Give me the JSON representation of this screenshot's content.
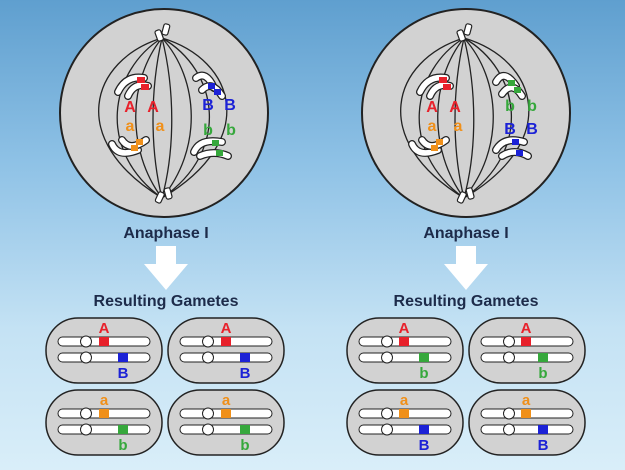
{
  "colors": {
    "A": "#e8212b",
    "B": "#1c22d6",
    "a": "#f0901a",
    "b": "#36a83c",
    "cell_fill": "#d2d2d2",
    "cell_stroke": "#222222",
    "arrow": "#ffffff"
  },
  "panels": [
    {
      "phase_label": "Anaphase I",
      "gametes_label": "Resulting Gametes",
      "top_right": "B",
      "bottom_right": "b",
      "cell_alleles": {
        "upper_left_1": "A",
        "upper_left_2": "A",
        "upper_right_1": "B",
        "upper_right_2": "B",
        "lower_left_1": "a",
        "lower_left_2": "a",
        "lower_right_1": "b",
        "lower_right_2": "b"
      },
      "gametes": [
        {
          "allele1": "A",
          "allele2": "B"
        },
        {
          "allele1": "A",
          "allele2": "B"
        },
        {
          "allele1": "a",
          "allele2": "b"
        },
        {
          "allele1": "a",
          "allele2": "b"
        }
      ]
    },
    {
      "phase_label": "Anaphase I",
      "gametes_label": "Resulting Gametes",
      "top_right": "b",
      "bottom_right": "B",
      "cell_alleles": {
        "upper_left_1": "A",
        "upper_left_2": "A",
        "upper_right_1": "b",
        "upper_right_2": "b",
        "lower_left_1": "a",
        "lower_left_2": "a",
        "lower_right_1": "B",
        "lower_right_2": "B"
      },
      "gametes": [
        {
          "allele1": "A",
          "allele2": "b"
        },
        {
          "allele1": "A",
          "allele2": "b"
        },
        {
          "allele1": "a",
          "allele2": "B"
        },
        {
          "allele1": "a",
          "allele2": "B"
        }
      ]
    }
  ]
}
